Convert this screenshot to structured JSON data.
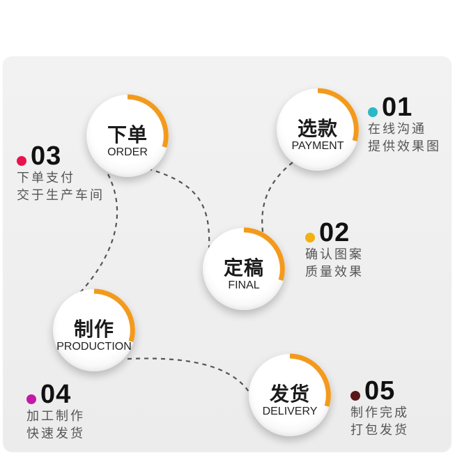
{
  "colors": {
    "arc": "#f39a1c",
    "dot_01": "#2bb7c6",
    "dot_02": "#f2b011",
    "dot_03": "#e8134c",
    "dot_04": "#c21aa7",
    "dot_05": "#5a1717"
  },
  "nodes": {
    "xiadan": {
      "cn": "下单",
      "en": "ORDER"
    },
    "xuankuan": {
      "cn": "选款",
      "en": "PAYMENT"
    },
    "dinggao": {
      "cn": "定稿",
      "en": "FINAL"
    },
    "zhizuo": {
      "cn": "制作",
      "en": "PRODUCTION"
    },
    "fahuo": {
      "cn": "发货",
      "en": "DELIVERY"
    }
  },
  "steps": {
    "s01": {
      "num": "01",
      "line1": "在线沟通",
      "line2": "提供效果图"
    },
    "s02": {
      "num": "02",
      "line1": "确认图案",
      "line2": "质量效果"
    },
    "s03": {
      "num": "03",
      "line1": "下单支付",
      "line2": "交于生产车间"
    },
    "s04": {
      "num": "04",
      "line1": "加工制作",
      "line2": "快速发货"
    },
    "s05": {
      "num": "05",
      "line1": "制作完成",
      "line2": "打包发货"
    }
  }
}
